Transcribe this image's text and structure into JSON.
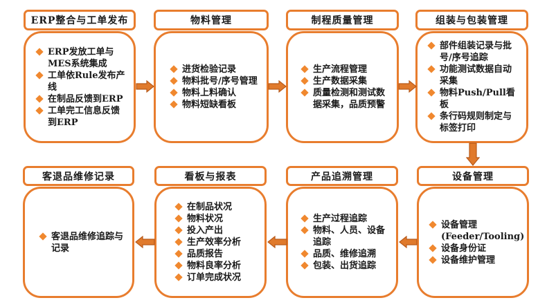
{
  "accent_color": "#E87D2E",
  "arrow_color": "#C8621F",
  "steps": [
    {
      "title": "ERP整合与工单发布",
      "items": [
        "ERP发放工单与MES系统集成",
        "工单依Rule发布产线",
        "在制品反馈到ERP",
        "工单完工信息反馈到ERP"
      ]
    },
    {
      "title": "物料管理",
      "items": [
        "进货检验记录",
        "物料批号/序号管理",
        "物料上料确认",
        "物料短缺看板"
      ]
    },
    {
      "title": "制程质量管理",
      "items": [
        "生产流程管理",
        "生产数据采集",
        "质量检测和测试数据采集，品质预警"
      ]
    },
    {
      "title": "组装与包装管理",
      "items": [
        "部件组装记录与批号/序号追踪",
        "功能测试数据自动采集",
        "物料Push/Pull看板",
        "条行码规则制定与标签打印"
      ]
    },
    {
      "title": "设备管理",
      "items": [
        "设备管理(Feeder/Tooling)",
        "设备身份证",
        "设备维护管理"
      ]
    },
    {
      "title": "产品追溯管理",
      "items": [
        "生产过程追踪",
        "物料、人员、设备追踪",
        "品质、维修追溯",
        "包装、出货追踪"
      ]
    },
    {
      "title": "看板与报表",
      "items": [
        "在制品状况",
        "物料状况",
        "投入产出",
        "生产效率分析",
        "品质报告",
        "物料良率分析",
        "订单完成状况"
      ]
    },
    {
      "title": "客退品维修记录",
      "items": [
        "客退品维修追踪与记录"
      ]
    }
  ]
}
